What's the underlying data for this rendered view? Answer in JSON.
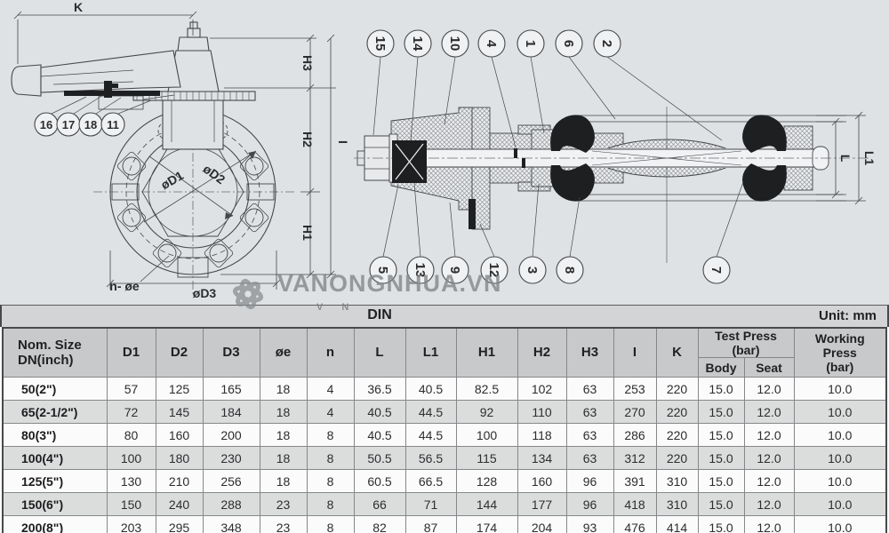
{
  "standard_label": "DIN",
  "unit_label": "Unit: mm",
  "watermark": {
    "text": "VANONGNHUA.VN",
    "subtext": "V N"
  },
  "front_view": {
    "dims": {
      "K": "K",
      "H3": "H3",
      "H2": "H2",
      "H1": "H1",
      "I": "I",
      "D1": "øD1",
      "D2": "øD2",
      "D3": "øD3",
      "ne": "n- øe"
    },
    "callouts": [
      "16",
      "17",
      "18",
      "11"
    ]
  },
  "section_view": {
    "top_callouts": [
      "15",
      "14",
      "10",
      "4",
      "1",
      "6",
      "2"
    ],
    "bottom_callouts": [
      "5",
      "13",
      "9",
      "12",
      "3",
      "8",
      "7"
    ],
    "dims": {
      "L": "L",
      "L1": "L1"
    }
  },
  "table": {
    "headers": [
      "Nom. Size\nDN(inch)",
      "D1",
      "D2",
      "D3",
      "øe",
      "n",
      "L",
      "L1",
      "H1",
      "H2",
      "H3",
      "I",
      "K"
    ],
    "test_press_label": "Test  Press\n(bar)",
    "sub_headers": [
      "Body",
      "Seat"
    ],
    "working_press_label": "Working\nPress\n(bar)",
    "rows": [
      [
        "50(2\")",
        "57",
        "125",
        "165",
        "18",
        "4",
        "36.5",
        "40.5",
        "82.5",
        "102",
        "63",
        "253",
        "220",
        "15.0",
        "12.0",
        "10.0"
      ],
      [
        "65(2-1/2\")",
        "72",
        "145",
        "184",
        "18",
        "4",
        "40.5",
        "44.5",
        "92",
        "110",
        "63",
        "270",
        "220",
        "15.0",
        "12.0",
        "10.0"
      ],
      [
        "80(3\")",
        "80",
        "160",
        "200",
        "18",
        "8",
        "40.5",
        "44.5",
        "100",
        "118",
        "63",
        "286",
        "220",
        "15.0",
        "12.0",
        "10.0"
      ],
      [
        "100(4\")",
        "100",
        "180",
        "230",
        "18",
        "8",
        "50.5",
        "56.5",
        "115",
        "134",
        "63",
        "312",
        "220",
        "15.0",
        "12.0",
        "10.0"
      ],
      [
        "125(5\")",
        "130",
        "210",
        "256",
        "18",
        "8",
        "60.5",
        "66.5",
        "128",
        "160",
        "96",
        "391",
        "310",
        "15.0",
        "12.0",
        "10.0"
      ],
      [
        "150(6\")",
        "150",
        "240",
        "288",
        "23",
        "8",
        "66",
        "71",
        "144",
        "177",
        "96",
        "418",
        "310",
        "15.0",
        "12.0",
        "10.0"
      ],
      [
        "200(8\")",
        "203",
        "295",
        "348",
        "23",
        "8",
        "82",
        "87",
        "174",
        "204",
        "93",
        "476",
        "414",
        "15.0",
        "12.0",
        "10.0"
      ]
    ]
  }
}
